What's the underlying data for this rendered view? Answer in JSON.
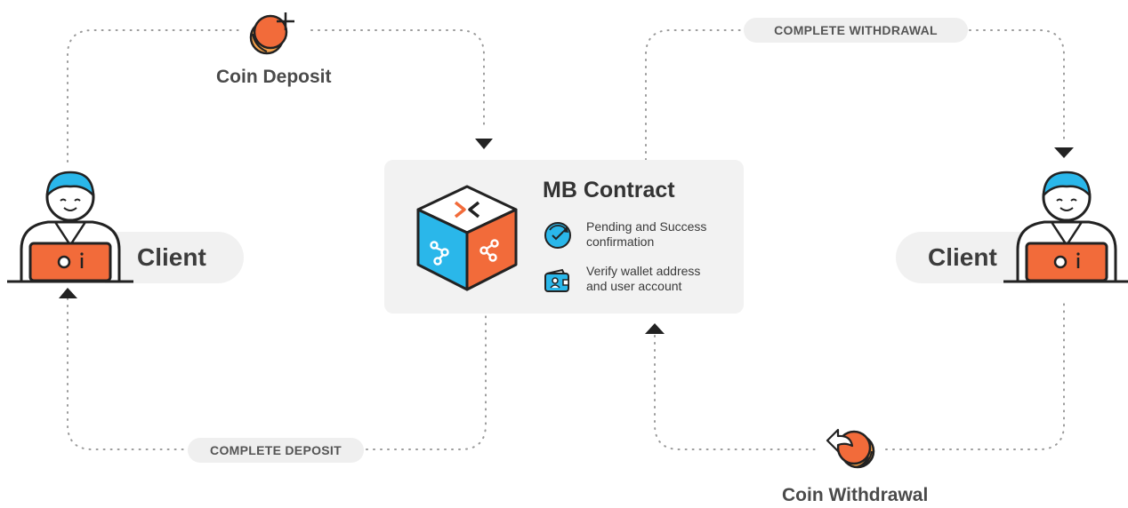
{
  "diagram": {
    "contract": {
      "title": "MB Contract",
      "features": [
        {
          "icon": "refresh-check-icon",
          "lines": [
            "Pending and Success",
            "confirmation"
          ]
        },
        {
          "icon": "wallet-icon",
          "lines": [
            "Verify wallet address",
            "and user account"
          ]
        }
      ]
    },
    "left_client": {
      "label": "Client"
    },
    "right_client": {
      "label": "Client"
    },
    "coin_deposit": {
      "label": "Coin Deposit"
    },
    "coin_withdrawal": {
      "label": "Coin Withdrawal"
    },
    "complete_deposit": {
      "label": "COMPLETE DEPOSIT"
    },
    "complete_withdrawal": {
      "label": "COMPLETE WITHDRAWAL"
    }
  },
  "colors": {
    "blue": "#2ab7ea",
    "orange": "#f26b3a",
    "orange_light": "#f7a24a",
    "dark": "#222222",
    "dots": "#9a9a9a"
  }
}
